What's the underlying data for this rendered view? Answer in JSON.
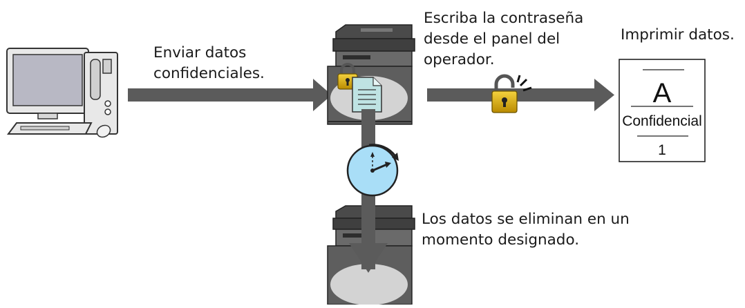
{
  "labels": {
    "send": [
      "Enviar datos",
      "confidenciales."
    ],
    "password": [
      "Escriba la contraseña",
      "desde el panel del",
      "operador."
    ],
    "print": "Imprimir datos.",
    "deleted": [
      "Los datos se eliminan en un",
      "momento designado."
    ]
  },
  "document": {
    "letter": "A",
    "stamp": "Confidencial",
    "page": "1"
  },
  "colors": {
    "arrow": "#5b5b5b",
    "printer_body": "#5e5e5e",
    "printer_dark": "#3f3f3f",
    "glass": "#d3d3d3",
    "clock_face": "#a9def7",
    "lock_gold": "#d1a400",
    "monitor_screen": "#b8b8c4",
    "document_teal": "#bfe3e3"
  },
  "icons": [
    "computer-icon",
    "printer-icon",
    "lock-icon",
    "document-icon",
    "clock-icon",
    "unlock-icon",
    "printed-page-icon"
  ]
}
